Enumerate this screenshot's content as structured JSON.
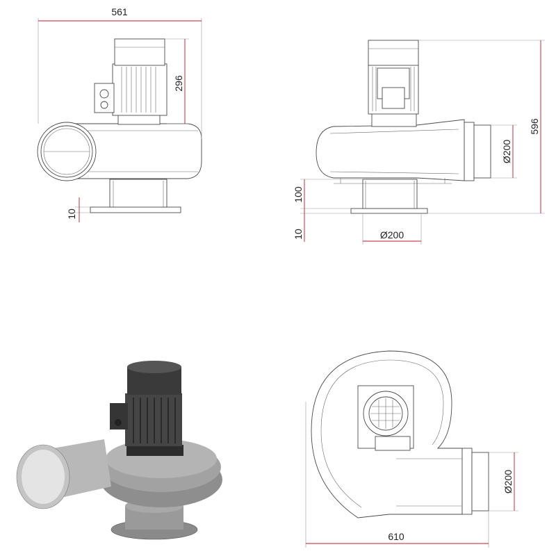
{
  "dimensions": {
    "front_width": "561",
    "front_motor_height": "296",
    "front_flange": "10",
    "side_total_height": "596",
    "side_outlet_dia": "Ø200",
    "side_base_height": "100",
    "side_flange": "10",
    "side_inlet_dia": "Ø200",
    "top_width": "610",
    "top_outlet_dia": "Ø200"
  },
  "colors": {
    "dimension": "#c0182a",
    "outline": "#4a4a4a",
    "render_body": "#8c8c8c",
    "render_motor": "#3a3a3a"
  }
}
